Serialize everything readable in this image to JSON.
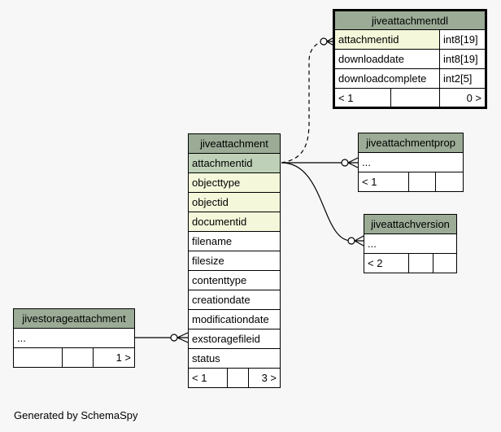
{
  "diagram": {
    "tables": {
      "jiveattachmentdl": {
        "name": "jiveattachmentdl",
        "columns": [
          {
            "name": "attachmentid",
            "type": "int8[19]"
          },
          {
            "name": "downloaddate",
            "type": "int8[19]"
          },
          {
            "name": "downloadcomplete",
            "type": "int2[5]"
          }
        ],
        "footer": {
          "parents": "< 1",
          "middle": "",
          "children": "0 >"
        }
      },
      "jiveattachment": {
        "name": "jiveattachment",
        "columns": [
          "attachmentid",
          "objecttype",
          "objectid",
          "documentid",
          "filename",
          "filesize",
          "contenttype",
          "creationdate",
          "modificationdate",
          "exstoragefileid",
          "status"
        ],
        "footer": {
          "parents": "< 1",
          "middle": "",
          "children": "3 >"
        }
      },
      "jiveattachmentprop": {
        "name": "jiveattachmentprop",
        "columns": [
          "..."
        ],
        "footer": {
          "parents": "< 1",
          "middle": "",
          "children": ""
        }
      },
      "jiveattachversion": {
        "name": "jiveattachversion",
        "columns": [
          "..."
        ],
        "footer": {
          "parents": "< 2",
          "middle": "",
          "children": ""
        }
      },
      "jivestorageattachment": {
        "name": "jivestorageattachment",
        "columns": [
          "..."
        ],
        "footer": {
          "parents": "",
          "middle": "",
          "children": "1 >"
        }
      }
    },
    "relationships": [
      {
        "from": "jiveattachment.attachmentid",
        "to": "jiveattachmentdl.attachmentid",
        "style": "implied"
      },
      {
        "from": "jiveattachment.attachmentid",
        "to": "jiveattachmentprop",
        "style": "real"
      },
      {
        "from": "jiveattachment.attachmentid",
        "to": "jiveattachversion",
        "style": "real"
      },
      {
        "from": "jivestorageattachment",
        "to": "jiveattachment.exstoragefileid",
        "style": "real"
      }
    ],
    "colors": {
      "header": "#9bab96",
      "primary_key": "#bed1b8",
      "foreign_key": "#f4f7da",
      "background": "#f7f7f7"
    }
  },
  "footer_text": "Generated by SchemaSpy"
}
